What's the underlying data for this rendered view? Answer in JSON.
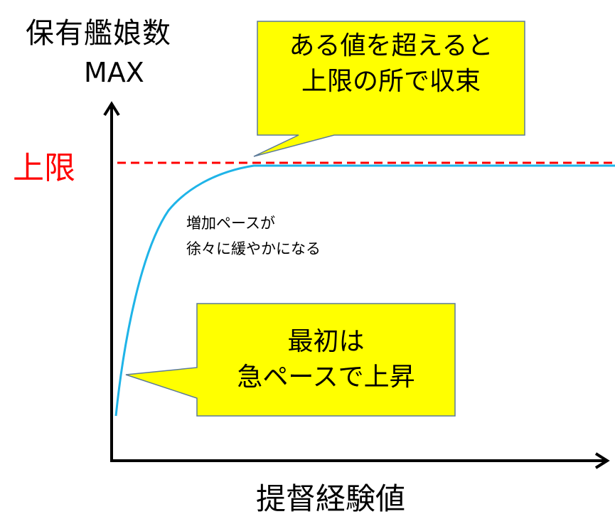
{
  "y_axis_label": "保有艦娘数",
  "y_axis_max_label": "MAX",
  "limit_label": "上限",
  "x_axis_label": "提督経験値",
  "callout_top": {
    "line1": "ある値を超えると",
    "line2": "上限の所で収束"
  },
  "callout_bottom": {
    "line1": "最初は",
    "line2": "急ペースで上昇"
  },
  "note": {
    "line1": "増加ペースが",
    "line2": "徐々に緩やかになる"
  },
  "colors": {
    "curve": "#1fb4e8",
    "limit": "#ff0000",
    "callout_fill": "#ffff00",
    "callout_border": "#5b7a9a"
  }
}
